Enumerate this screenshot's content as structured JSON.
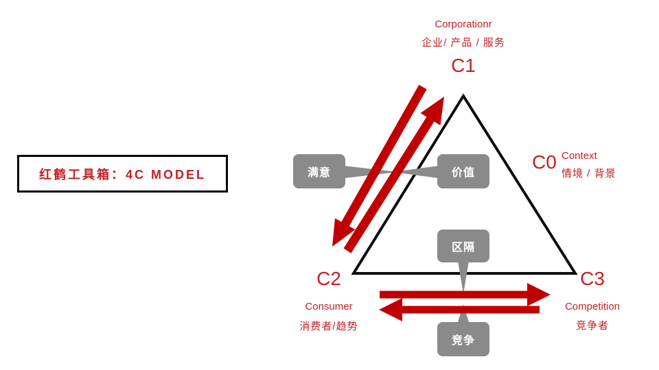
{
  "colors": {
    "red_text": "#C32025",
    "red_arrow": "#C00000",
    "gray_box": "#8A8A8A",
    "line_black": "#0D0D0D"
  },
  "title": {
    "label": "红鹤工具箱：4C MODEL"
  },
  "nodes": {
    "c1": {
      "id": "C1",
      "en": "Corporationr",
      "zh": "企业/ 产品 / 服务"
    },
    "c0": {
      "id": "C0",
      "en": "Context",
      "zh": "情境 / 背景"
    },
    "c2": {
      "id": "C2",
      "en": "Consumer",
      "zh": "消费者/趋势"
    },
    "c3": {
      "id": "C3",
      "en": "Competition",
      "zh": "竞争者"
    }
  },
  "boxes": {
    "satisfaction": "满意",
    "value": "价值",
    "segmentation": "区隔",
    "competition": "竞争"
  }
}
